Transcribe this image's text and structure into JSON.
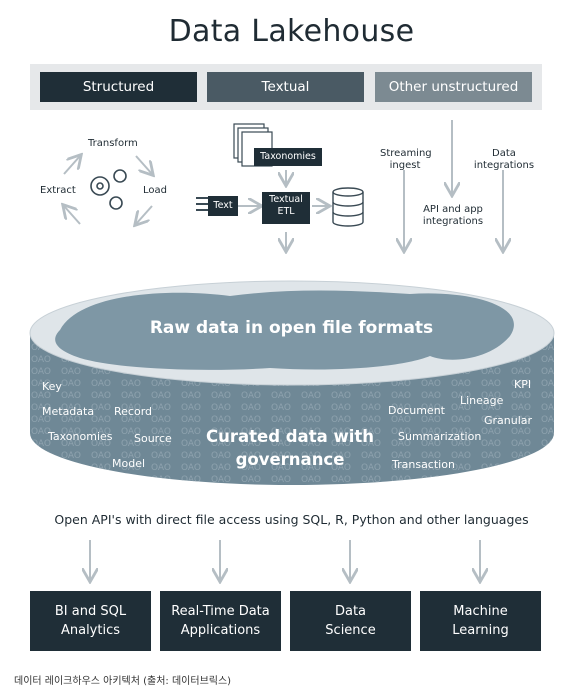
{
  "title": "Data Lakehouse",
  "categories": {
    "structured": "Structured",
    "textual": "Textual",
    "other": "Other unstructured"
  },
  "structured_flow": {
    "transform": "Transform",
    "extract": "Extract",
    "load": "Load"
  },
  "textual_flow": {
    "taxonomies": "Taxonomies",
    "text": "Text",
    "textual_etl_line1": "Textual",
    "textual_etl_line2": "ETL"
  },
  "other_flow": {
    "streaming_line1": "Streaming",
    "streaming_line2": "ingest",
    "data_int_line1": "Data",
    "data_int_line2": "integrations",
    "api_line1": "API and app",
    "api_line2": "integrations"
  },
  "platform": {
    "raw": "Raw data in open file formats",
    "curated_line1": "Curated data with",
    "curated_line2": "governance",
    "left_terms": [
      "Key",
      "Metadata",
      "Record",
      "Taxonomies",
      "Source",
      "Model"
    ],
    "right_terms": [
      "KPI",
      "Lineage",
      "Document",
      "Granular",
      "Summarization",
      "Transaction"
    ],
    "pattern_glyph": "OAO"
  },
  "api_text": "Open API's with direct file access using SQL, R, Python and other languages",
  "consumers": [
    {
      "line1": "BI and SQL",
      "line2": "Analytics"
    },
    {
      "line1": "Real-Time Data",
      "line2": "Applications"
    },
    {
      "line1": "Data",
      "line2": "Science"
    },
    {
      "line1": "Machine",
      "line2": "Learning"
    }
  ],
  "caption": "데이터 레이크하우스 아키텍처 (출처: 데이터브릭스)",
  "colors": {
    "dark": "#1f2e37",
    "mid": "#4a5a64",
    "light": "#7c8a92",
    "disk": "#6f8896",
    "disk_top": "#9fb2be",
    "arrow": "#b5bec4"
  }
}
